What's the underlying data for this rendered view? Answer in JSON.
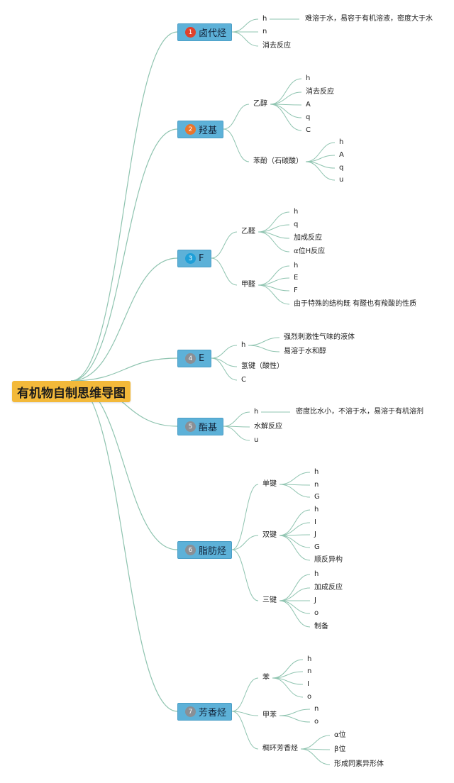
{
  "root": {
    "label": "有机物自制思维导图"
  },
  "colors": {
    "root_bg": "#f3b93a",
    "branch_bg": "#5db1d8",
    "link": "#8fc4b0"
  },
  "branches": [
    {
      "num": "1",
      "label": "卤代烃",
      "badge_color": "#e0412b",
      "children": [
        {
          "label": "h",
          "children": [
            {
              "label": "难溶于水，易容于有机溶液，密度大于水"
            }
          ]
        },
        {
          "label": "n"
        },
        {
          "label": "消去反应"
        }
      ]
    },
    {
      "num": "2",
      "label": "羟基",
      "badge_color": "#e9752c",
      "children": [
        {
          "label": "乙醇",
          "children": [
            {
              "label": "h"
            },
            {
              "label": "消去反应￼"
            },
            {
              "label": "A"
            },
            {
              "label": "q"
            },
            {
              "label": "C"
            }
          ]
        },
        {
          "label": "苯酚（石碳酸）",
          "children": [
            {
              "label": "h"
            },
            {
              "label": "A"
            },
            {
              "label": "q"
            },
            {
              "label": "u"
            }
          ]
        }
      ]
    },
    {
      "num": "3",
      "label": "F",
      "badge_color": "#1e9fd8",
      "children": [
        {
          "label": "乙醛",
          "children": [
            {
              "label": "h"
            },
            {
              "label": "q"
            },
            {
              "label": "加成反应￼"
            },
            {
              "label": "α位H反应"
            }
          ]
        },
        {
          "label": "甲醛",
          "children": [
            {
              "label": "h"
            },
            {
              "label": "E"
            },
            {
              "label": "F"
            },
            {
              "label": "由于特殊的结构既 有醛也有羧酸的性质"
            }
          ]
        }
      ]
    },
    {
      "num": "4",
      "label": "E",
      "badge_color": "#8a8f95",
      "children": [
        {
          "label": "h",
          "children": [
            {
              "label": "强烈刺激性气味的液体"
            },
            {
              "label": "易溶于水和醇"
            }
          ]
        },
        {
          "label": "氢键（酸性）"
        },
        {
          "label": "C"
        }
      ]
    },
    {
      "num": "5",
      "label": "酯基",
      "badge_color": "#8a8f95",
      "children": [
        {
          "label": "h",
          "children": [
            {
              "label": "密度比水小，不溶于水，易溶于有机溶剂"
            }
          ]
        },
        {
          "label": "水解反应￼"
        },
        {
          "label": "u"
        }
      ]
    },
    {
      "num": "6",
      "label": "脂肪烃",
      "badge_color": "#8a8f95",
      "children": [
        {
          "label": "单键",
          "children": [
            {
              "label": "h"
            },
            {
              "label": "n"
            },
            {
              "label": "G"
            }
          ]
        },
        {
          "label": "双键",
          "children": [
            {
              "label": "h"
            },
            {
              "label": "I"
            },
            {
              "label": "J"
            },
            {
              "label": "G"
            },
            {
              "label": "顺反异构"
            }
          ]
        },
        {
          "label": "三键",
          "children": [
            {
              "label": "h"
            },
            {
              "label": "加成反应"
            },
            {
              "label": "J"
            },
            {
              "label": "o"
            },
            {
              "label": "制备"
            }
          ]
        }
      ]
    },
    {
      "num": "7",
      "label": "芳香烃",
      "badge_color": "#8a8f95",
      "children": [
        {
          "label": "苯",
          "children": [
            {
              "label": "h"
            },
            {
              "label": "n"
            },
            {
              "label": "I"
            },
            {
              "label": "o"
            }
          ]
        },
        {
          "label": "甲苯",
          "children": [
            {
              "label": "n"
            },
            {
              "label": "o"
            }
          ]
        },
        {
          "label": "稠环芳香烃",
          "children": [
            {
              "label": "α位"
            },
            {
              "label": "β位"
            },
            {
              "label": "形成同素异形体"
            }
          ]
        }
      ]
    }
  ]
}
